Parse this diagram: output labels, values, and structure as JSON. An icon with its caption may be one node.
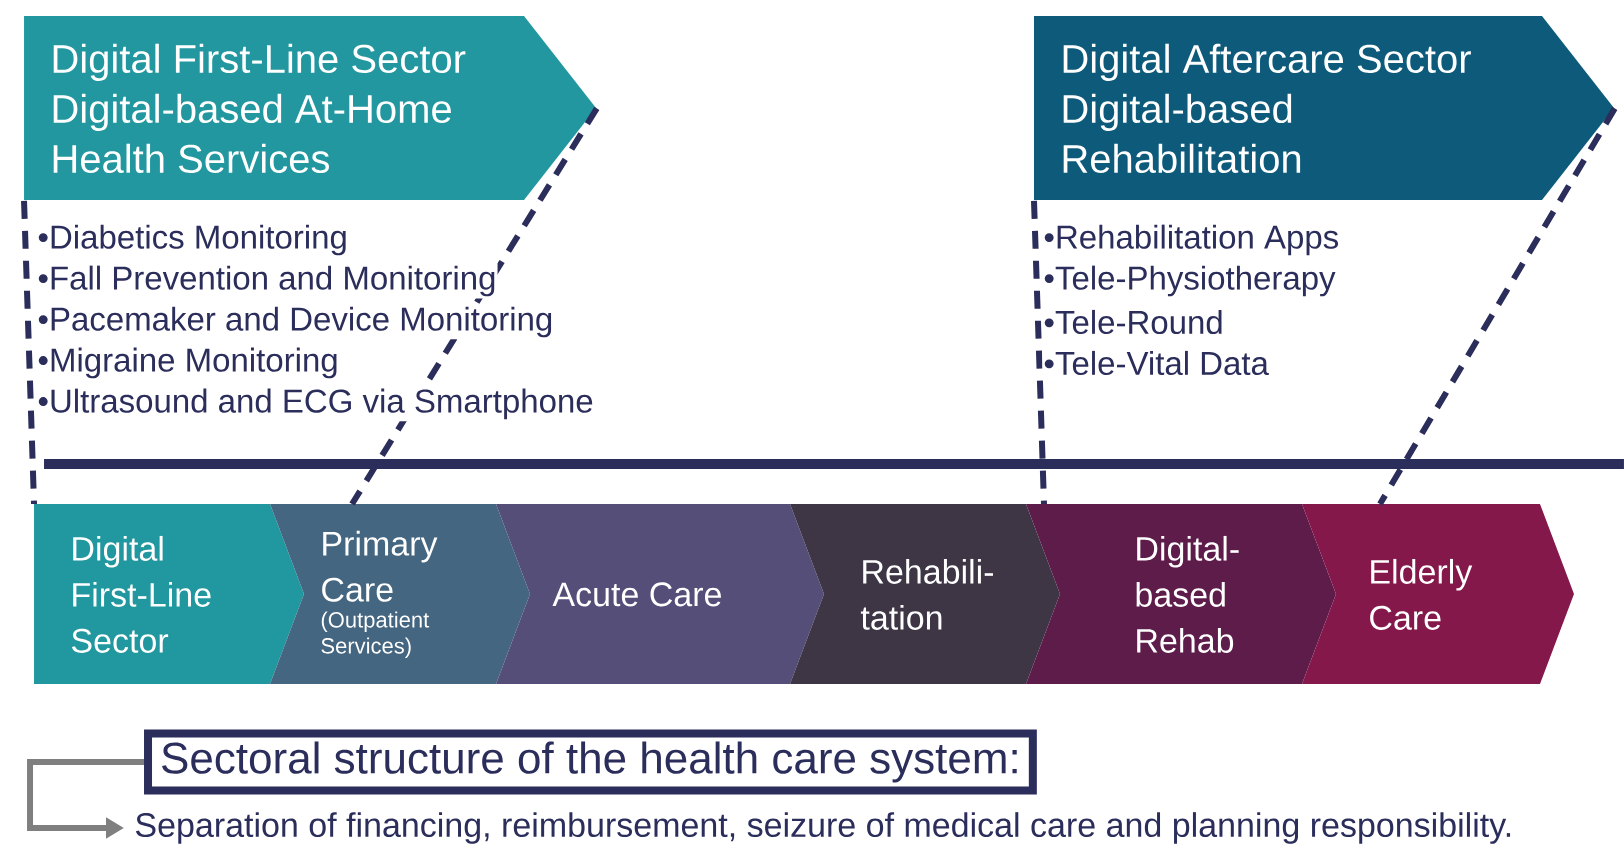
{
  "diagram": {
    "nodes": [
      {
        "text": [
          "Digital First-Line Sector",
          "Digital-based At-Home Health Services"
        ]
      },
      {
        "text": [
          "Digital Aftercare Sector",
          "Digital-based Rehabilitation"
        ]
      },
      {
        "text": [
          "Digital First-Line Sector"
        ]
      },
      {
        "text": [
          "Primary Care",
          "(Outpatient Services)"
        ]
      },
      {
        "text": [
          "Acute Care"
        ]
      },
      {
        "text": [
          "Rehabili-tation"
        ]
      },
      {
        "text": [
          "Digital-based Rehab"
        ]
      },
      {
        "text": [
          "Elderly Care"
        ]
      },
      {
        "text": [
          "Sectoral structure of the health care system:"
        ]
      },
      {
        "text": [
          "Separation of financing, reimbursement, seizure of medical care and planning responsibility."
        ]
      }
    ],
    "edges": [
      {
        "from": 0,
        "to": 2,
        "arrow": "none",
        "style": "dashed"
      },
      {
        "from": 0,
        "to": 3,
        "arrow": "none",
        "style": "dashed"
      },
      {
        "from": 1,
        "to": 6,
        "arrow": "none",
        "style": "dashed"
      },
      {
        "from": 1,
        "to": 7,
        "arrow": "none",
        "style": "dashed"
      },
      {
        "from": 8,
        "to": 9,
        "arrow": "to",
        "color": "#7f7f7f"
      }
    ],
    "labels": [
      "•Diabetics Monitoring",
      "•Fall Prevention and Monitoring",
      "•Pacemaker and Device Monitoring",
      "•Migraine Monitoring",
      "•Ultrasound and ECG via Smartphone",
      "•Rehabilitation Apps",
      "•Tele-Physiotherapy",
      "•Tele-Round",
      "•Tele-Vital Data"
    ]
  }
}
